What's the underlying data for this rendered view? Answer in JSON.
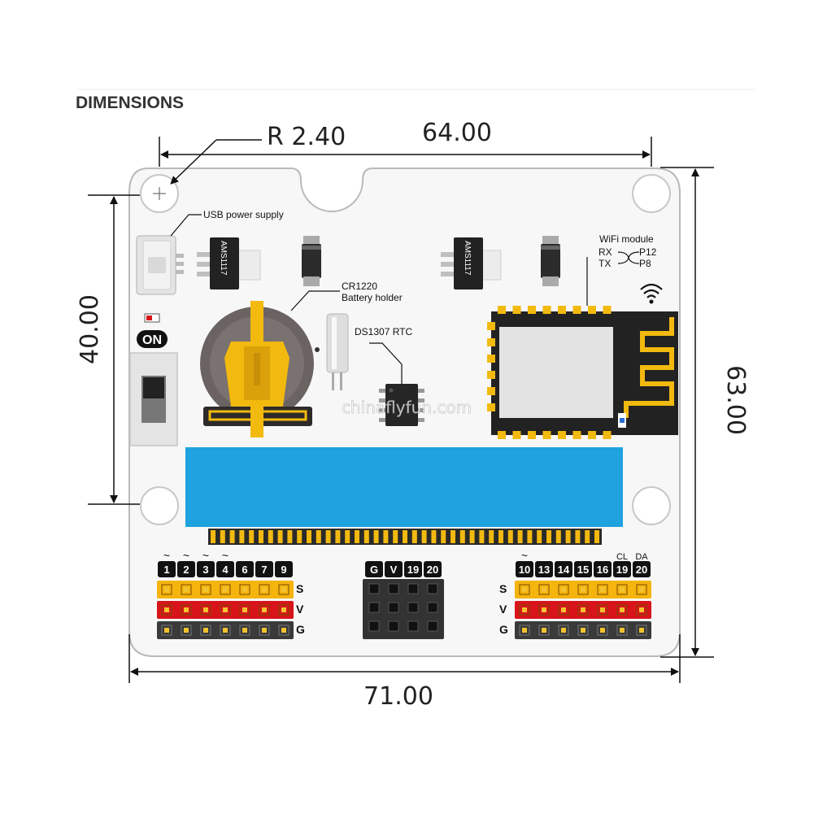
{
  "title": "DIMENSIONS",
  "dimensions": {
    "radius": "R 2.40",
    "top_width": "64.00",
    "bottom_width": "71.00",
    "left_height": "40.00",
    "right_height": "63.00"
  },
  "labels": {
    "usb": "USB power supply",
    "battery_line1": "CR1220",
    "battery_line2": "Battery holder",
    "rtc": "DS1307 RTC",
    "wifi": "WiFi module",
    "rx": "RX",
    "tx": "TX",
    "p12": "P12",
    "p8": "P8",
    "switch_on": "ON",
    "regulator": "AMS1117",
    "watermark": "chinaflyfun.com"
  },
  "left_pins": [
    "1",
    "2",
    "3",
    "4",
    "6",
    "7",
    "9"
  ],
  "left_pin_tilde": [
    "~",
    "~",
    "~",
    "~",
    "",
    "",
    ""
  ],
  "middle_pins": [
    "G",
    "V",
    "19",
    "20"
  ],
  "right_pins": [
    "10",
    "13",
    "14",
    "15",
    "16",
    "19",
    "20"
  ],
  "right_pin_top": [
    "~",
    "",
    "",
    "",
    "",
    "CL",
    "DA"
  ],
  "row_labels": [
    "S",
    "V",
    "G"
  ],
  "colors": {
    "signal_row": "#f5b40e",
    "power_row": "#d8141a",
    "ground_row": "#3a3a3a",
    "edge_connector": "#1fa2de",
    "gold": "#f2b90f",
    "board": "#f7f7f7"
  }
}
